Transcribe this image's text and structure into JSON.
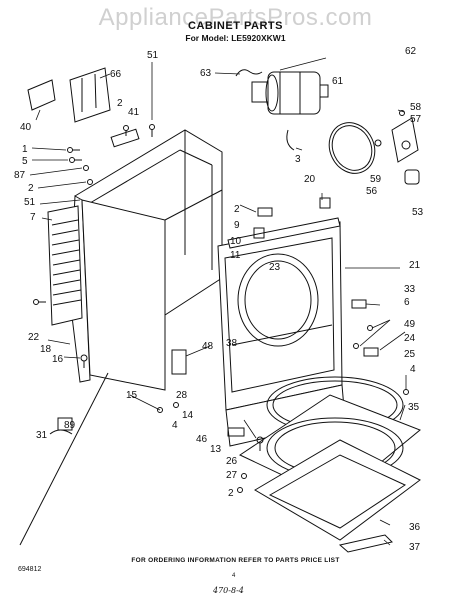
{
  "watermark": "AppliancePartsPros.com",
  "title": "CABINET PARTS",
  "subtitle": "For Model: LE5920XKW1",
  "footer": "FOR ORDERING INFORMATION REFER TO PARTS PRICE LIST",
  "diagram_code": "694812",
  "page_number": "4",
  "handwritten_note": "470-8-4",
  "callouts": [
    "51",
    "62",
    "63",
    "66",
    "61",
    "2",
    "41",
    "40",
    "1",
    "5",
    "87",
    "2",
    "51",
    "7",
    "58",
    "57",
    "3",
    "59",
    "56",
    "20",
    "2",
    "9",
    "10",
    "11",
    "53",
    "21",
    "33",
    "23",
    "6",
    "49",
    "24",
    "22",
    "38",
    "18",
    "16",
    "48",
    "25",
    "4",
    "15",
    "28",
    "14",
    "46",
    "4",
    "35",
    "89",
    "31",
    "13",
    "26",
    "27",
    "2",
    "36",
    "37"
  ]
}
